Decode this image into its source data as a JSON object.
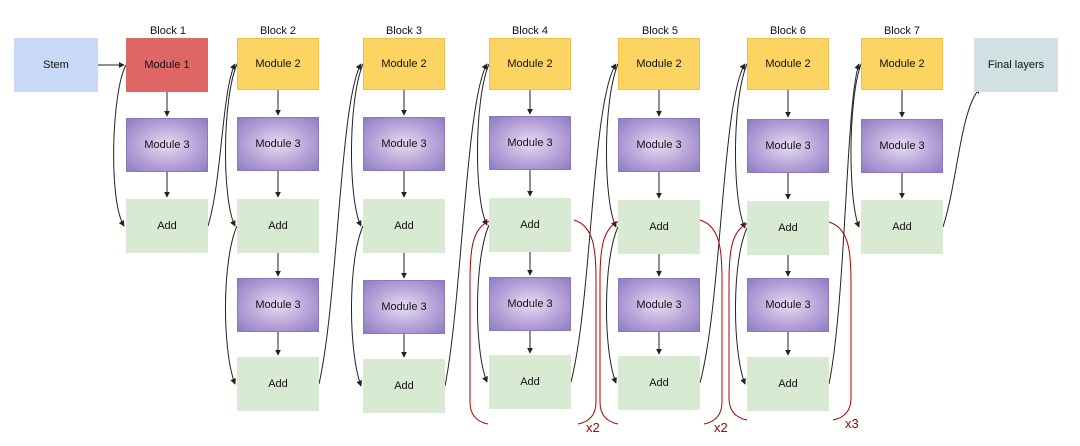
{
  "stem": "Stem",
  "final_layers": "Final layers",
  "blocks": [
    {
      "label": "Block 1",
      "top": "Module 1",
      "mid": "Module 3",
      "add": "Add"
    },
    {
      "label": "Block 2",
      "top": "Module 2",
      "mid": "Module 3",
      "add": "Add",
      "mid2": "Module 3",
      "add2": "Add"
    },
    {
      "label": "Block 3",
      "top": "Module 2",
      "mid": "Module 3",
      "add": "Add",
      "mid2": "Module 3",
      "add2": "Add"
    },
    {
      "label": "Block 4",
      "top": "Module 2",
      "mid": "Module 3",
      "add": "Add",
      "mid2": "Module 3",
      "add2": "Add"
    },
    {
      "label": "Block 5",
      "top": "Module 2",
      "mid": "Module 3",
      "add": "Add",
      "mid2": "Module 3",
      "add2": "Add"
    },
    {
      "label": "Block 6",
      "top": "Module 2",
      "mid": "Module 3",
      "add": "Add",
      "mid2": "Module 3",
      "add2": "Add"
    },
    {
      "label": "Block 7",
      "top": "Module 2",
      "mid": "Module 3",
      "add": "Add"
    }
  ],
  "repeats": [
    "x2",
    "x2",
    "x3"
  ],
  "colors": {
    "stem": "#c9daf8",
    "module1": "#e06666",
    "module2": "#fcd462",
    "module3": "#8e7cc3",
    "add": "#d9ead3",
    "final": "#d0e0e3",
    "repeat_bracket": "#b00000"
  }
}
